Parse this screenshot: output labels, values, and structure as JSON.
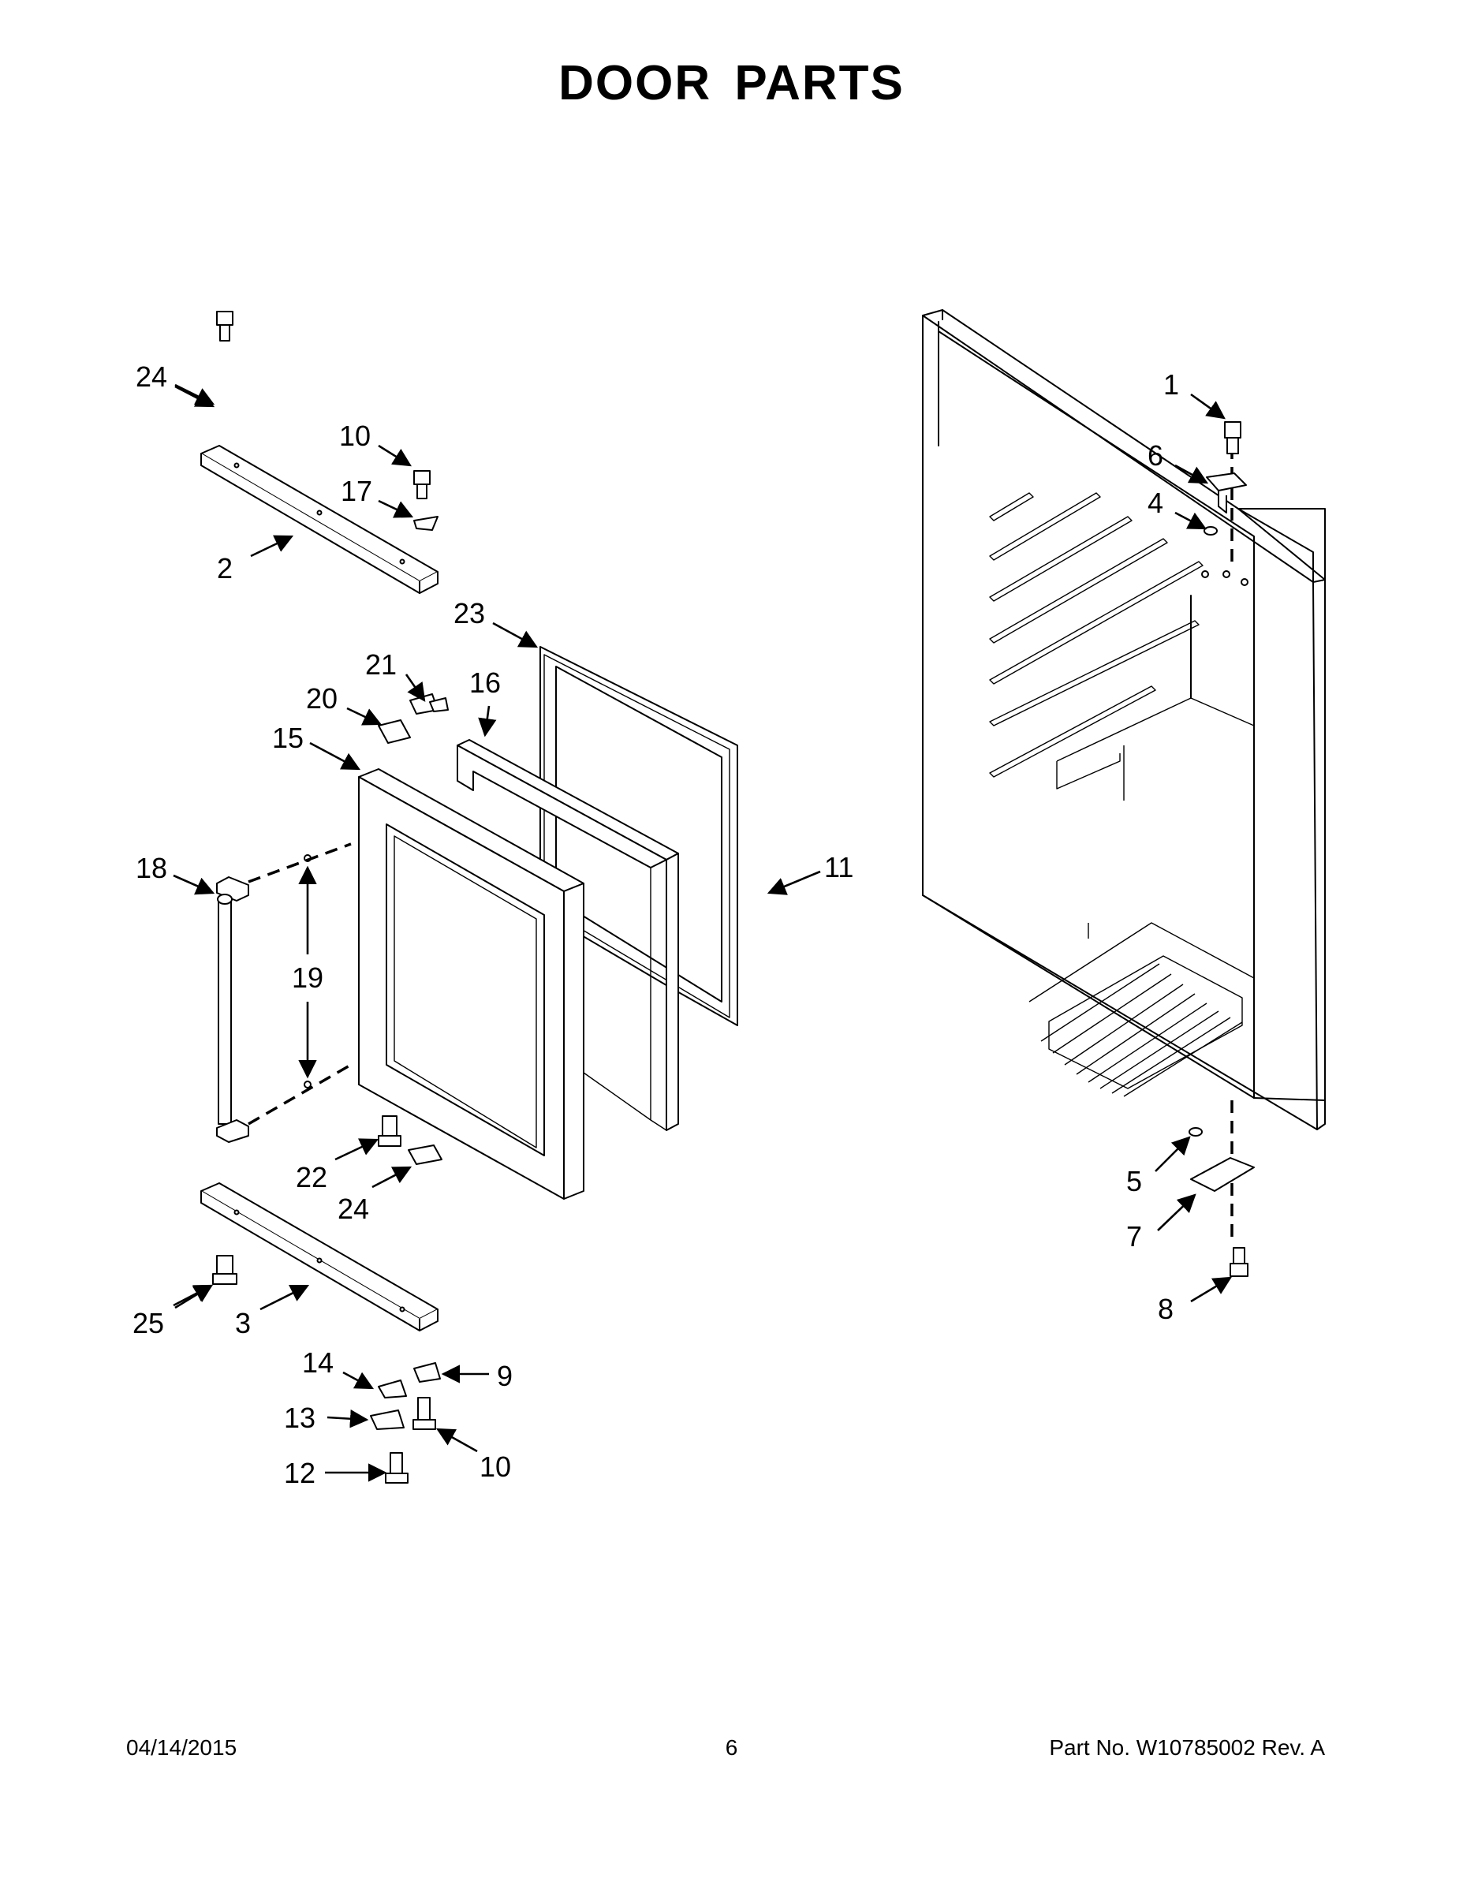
{
  "title": "DOOR PARTS",
  "footer": {
    "date": "04/14/2015",
    "page": "6",
    "part_number": "Part No.  W10785002  Rev.  A"
  },
  "callouts": [
    "1",
    "2",
    "3",
    "4",
    "5",
    "6",
    "7",
    "8",
    "9",
    "10",
    "10",
    "11",
    "12",
    "13",
    "14",
    "15",
    "16",
    "17",
    "18",
    "19",
    "20",
    "21",
    "22",
    "23",
    "24",
    "25",
    "25"
  ]
}
